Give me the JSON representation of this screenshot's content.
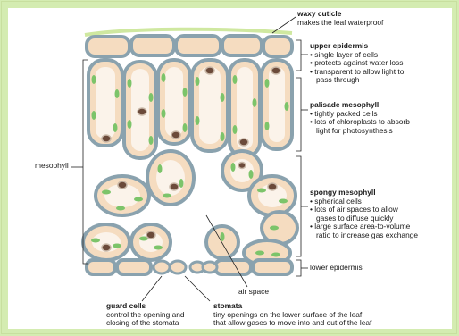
{
  "labels": {
    "waxy_cuticle": {
      "title": "waxy cuticle",
      "desc": "makes the leaf waterproof"
    },
    "upper_epidermis": {
      "title": "upper epidermis",
      "bullets": [
        "single layer of cells",
        "protects against water loss",
        "transparent to allow light to",
        "pass through"
      ]
    },
    "palisade_mesophyll": {
      "title": "palisade mesophyll",
      "bullets": [
        "tightly packed cells",
        "lots of chloroplasts to absorb",
        "light for photosynthesis"
      ]
    },
    "mesophyll": "mesophyll",
    "spongy_mesophyll": {
      "title": "spongy mesophyll",
      "bullets": [
        "spherical cells",
        "lots of air spaces to allow",
        "gases to diffuse quickly",
        "large surface area-to-volume",
        "ratio to increase gas exchange"
      ]
    },
    "lower_epidermis": "lower epidermis",
    "air_space": "air space",
    "guard_cells": {
      "title": "guard cells",
      "desc": [
        "control the opening and",
        "closing of the stomata"
      ]
    },
    "stomata": {
      "title": "stomata",
      "desc": [
        "tiny openings on the lower surface of the leaf",
        "that allow gases to move into and out of the leaf"
      ]
    }
  },
  "colors": {
    "background": "#d4ecb1",
    "cell_wall": "#8aa2ae",
    "cytoplasm": "#f5dcc0",
    "chloroplast": "#7cc46a",
    "nucleus": "#6b4a3a",
    "cuticle": "#cfe8a0"
  }
}
